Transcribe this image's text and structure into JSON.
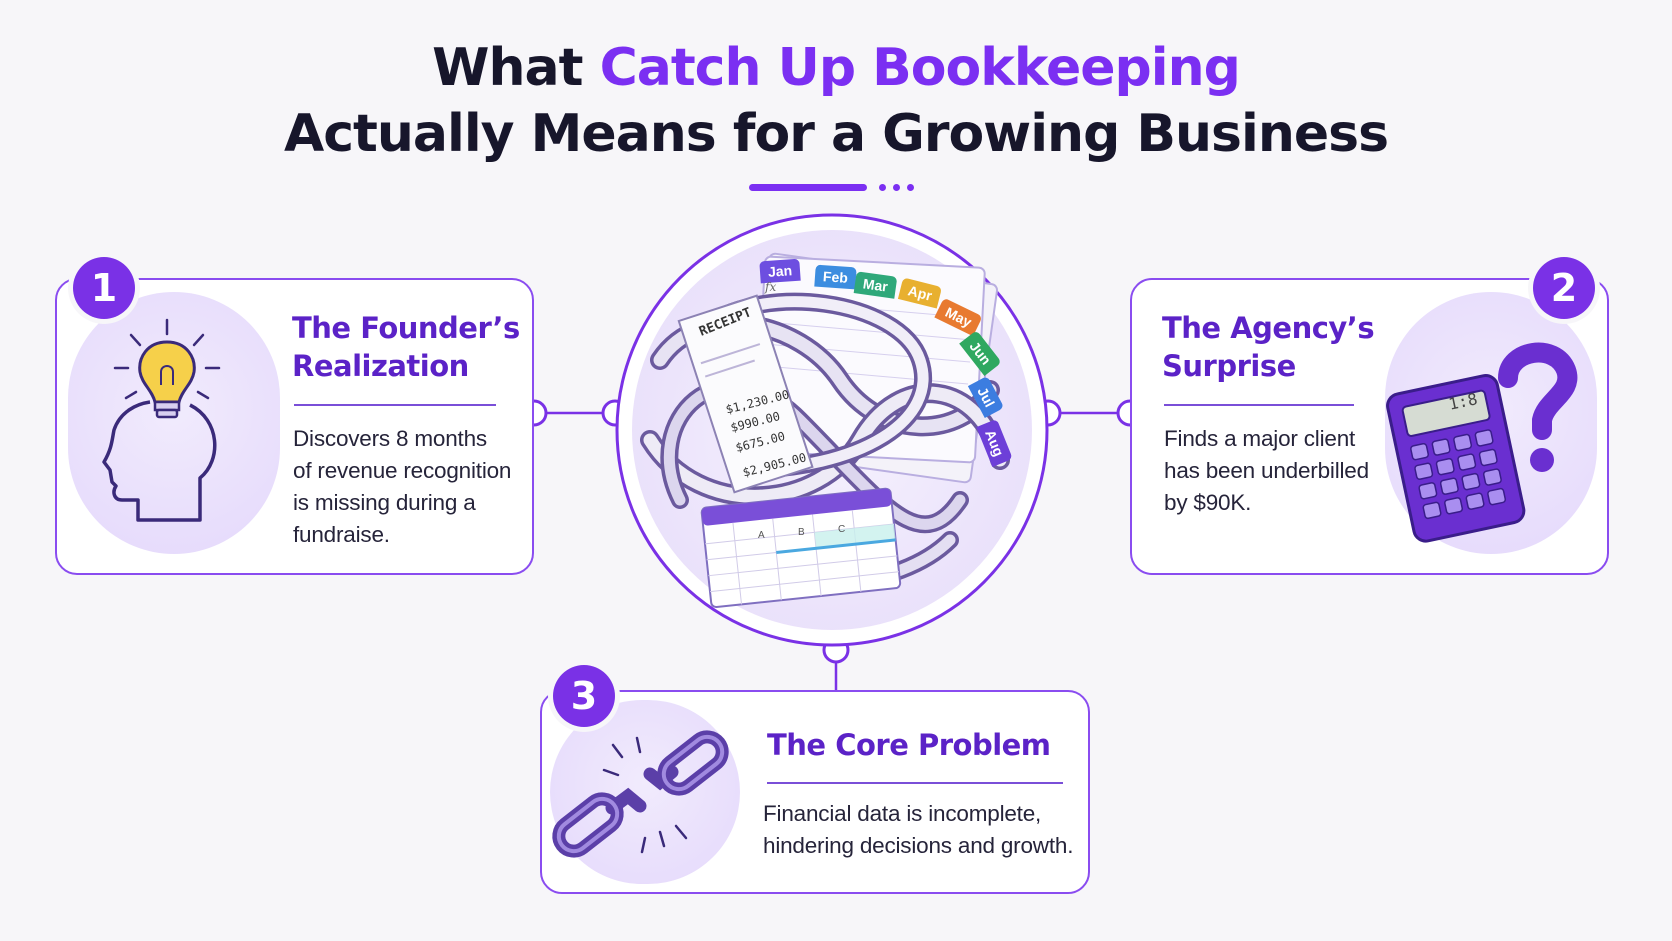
{
  "title": {
    "prefix": "What ",
    "highlight": "Catch Up Bookkeeping",
    "line2": "Actually Means for a Growing Business"
  },
  "colors": {
    "accent": "#7b2ff2",
    "card_border": "#8a4cf0",
    "heading": "#5b22c7",
    "text": "#26243a"
  },
  "center": {
    "icon": "tangled-receipts-and-spreadsheets-illustration",
    "month_tabs": [
      "Jan",
      "Feb",
      "Mar",
      "Apr",
      "May",
      "Jun",
      "Jul",
      "Aug"
    ],
    "receipt_label": "RECEIPT",
    "receipt_amounts": [
      "$1,230.00",
      "$990.00",
      "$675.00",
      "$2,905.00"
    ],
    "sheet_columns": [
      "A",
      "B",
      "C"
    ],
    "sheet_formula": "fx"
  },
  "cards": [
    {
      "number": "1",
      "title_line1": "The Founder’s",
      "title_line2": "Realization",
      "description": [
        "Discovers 8 months",
        "of revenue recognition",
        "is missing during a",
        "fundraise."
      ],
      "icon": "head-lightbulb-icon"
    },
    {
      "number": "2",
      "title_line1": "The Agency’s",
      "title_line2": "Surprise",
      "description": [
        "Finds a major client",
        "has been underbilled",
        "by $90K."
      ],
      "icon": "calculator-question-icon",
      "display_value": "1:8"
    },
    {
      "number": "3",
      "title_line1": "The Core Problem",
      "description": [
        "Financial data is incomplete,",
        "hindering decisions and growth."
      ],
      "icon": "broken-chain-icon"
    }
  ]
}
